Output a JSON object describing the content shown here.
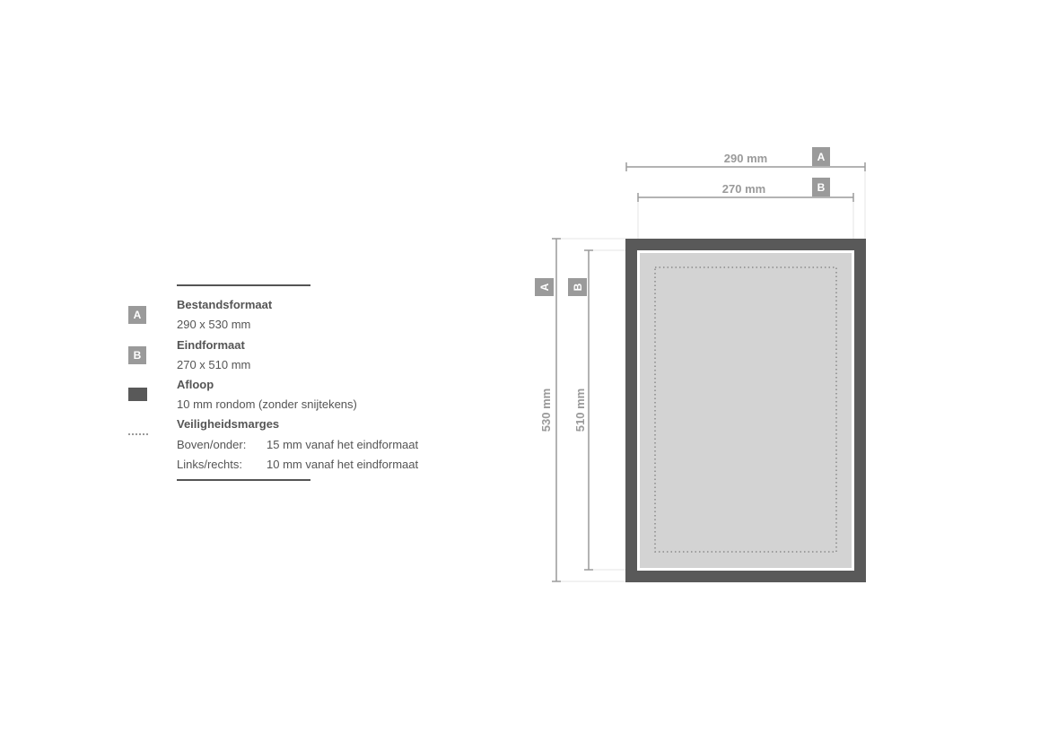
{
  "legend": {
    "file_format": {
      "badge": "A",
      "title": "Bestandsformaat",
      "value": "290 x 530 mm"
    },
    "final_format": {
      "badge": "B",
      "title": "Eindformaat",
      "value": "270 x 510 mm"
    },
    "bleed": {
      "title": "Afloop",
      "value": "10 mm rondom (zonder snijtekens)"
    },
    "safety": {
      "title": "Veiligheidsmarges",
      "rows": [
        {
          "label": "Boven/onder:",
          "value": "15 mm vanaf het eindformaat"
        },
        {
          "label": "Links/rechts:",
          "value": "10 mm vanaf het eindformaat"
        }
      ]
    }
  },
  "diagram": {
    "width_file": {
      "badge": "A",
      "label": "290 mm"
    },
    "width_final": {
      "badge": "B",
      "label": "270 mm"
    },
    "height_file": {
      "badge": "A",
      "label": "530 mm"
    },
    "height_final": {
      "badge": "B",
      "label": "510 mm"
    }
  },
  "colors": {
    "bleed": "#595959",
    "trim_fill": "#d3d3d3",
    "dimension": "#9a9a9a",
    "text": "#555555"
  }
}
